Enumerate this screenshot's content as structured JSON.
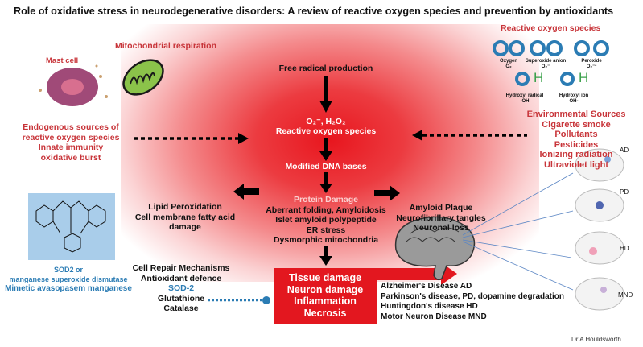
{
  "title": "Role of oxidative stress in neurodegenerative disorders: A review of reactive oxygen species and prevention by antioxidants",
  "endogenous": {
    "mitochondrial_label": "Mitochondrial respiration",
    "mast_cell_label": "Mast cell",
    "lines": [
      "Endogenous sources of",
      "reactive oxygen species",
      "Innate immunity",
      "oxidative burst"
    ]
  },
  "center": {
    "free_radical": "Free radical production",
    "ros_formula": "O₂⁻, H₂O₂",
    "ros_label": "Reactive oxygen species",
    "dna": "Modified DNA bases",
    "protein_damage": "Protein Damage",
    "protein_lines": [
      "Aberrant folding, Amyloidosis",
      "Islet amyloid polypeptide",
      "ER stress",
      "Dysmorphic mitochondria"
    ]
  },
  "lipid": [
    "Lipid Peroxidation",
    "Cell membrane fatty acid",
    "damage"
  ],
  "amyloid": [
    "Amyloid Plaque",
    "Neurofibrillary tangles",
    "Neuronal loss"
  ],
  "ros_panel": {
    "title": "Reactive oxygen species",
    "species": [
      {
        "name": "Oxygen",
        "formula": "O₂"
      },
      {
        "name": "Superoxide anion",
        "formula": "O₂⁻"
      },
      {
        "name": "Peroxide",
        "formula": "O₂⁻²"
      },
      {
        "name": "Hydroxyl radical",
        "formula": "·OH"
      },
      {
        "name": "Hydroxyl ion",
        "formula": "OH-"
      }
    ],
    "h_symbol": "H"
  },
  "environmental": [
    "Environmental Sources",
    "Cigarette smoke",
    "Pollutants",
    "Pesticides",
    "Ionizing radiation",
    "Ultraviolet light"
  ],
  "sod2": [
    "SOD2 or",
    "manganese superoxide dismutase",
    "Mimetic  avasopasem manganese"
  ],
  "repair": {
    "lines": [
      "Cell Repair Mechanisms",
      "Antioxidant defence"
    ],
    "sod": "SOD-2",
    "more": [
      "Glutathione",
      "Catalase"
    ]
  },
  "damage_box": [
    "Tissue damage",
    "Neuron damage",
    "Inflammation",
    "Necrosis"
  ],
  "diseases": [
    "Alzheimer's Disease AD",
    "Parkinson's disease, PD, dopamine degradation",
    "Huntingdon's disease HD",
    "Motor Neuron Disease MND"
  ],
  "brain_labels": [
    "AD",
    "PD",
    "HD",
    "MND"
  ],
  "author": "Dr A Houldsworth",
  "colors": {
    "red": "#e3171f",
    "text_red": "#c8353a",
    "blue": "#2b7cb4",
    "molecule_bg": "#a9cdea"
  }
}
